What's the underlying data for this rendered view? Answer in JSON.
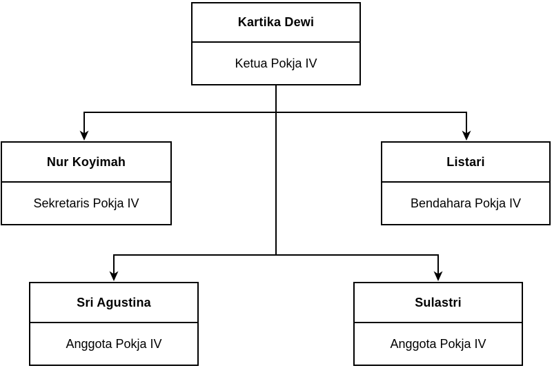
{
  "diagram": {
    "type": "org-chart",
    "nodes": [
      {
        "name": "Kartika Dewi",
        "role": "Ketua Pokja IV"
      },
      {
        "name": "Nur Koyimah",
        "role": "Sekretaris Pokja IV"
      },
      {
        "name": "Listari",
        "role": "Bendahara Pokja IV"
      },
      {
        "name": "Sri Agustina",
        "role": "Anggota Pokja IV"
      },
      {
        "name": "Sulastri",
        "role": "Anggota Pokja IV"
      }
    ],
    "edges": [
      {
        "from": "Kartika Dewi",
        "to": "Nur Koyimah"
      },
      {
        "from": "Kartika Dewi",
        "to": "Listari"
      },
      {
        "from": "Kartika Dewi",
        "to": "Sri Agustina"
      },
      {
        "from": "Kartika Dewi",
        "to": "Sulastri"
      }
    ],
    "colors": {
      "border": "#000000",
      "background": "#ffffff",
      "text": "#000000"
    }
  }
}
